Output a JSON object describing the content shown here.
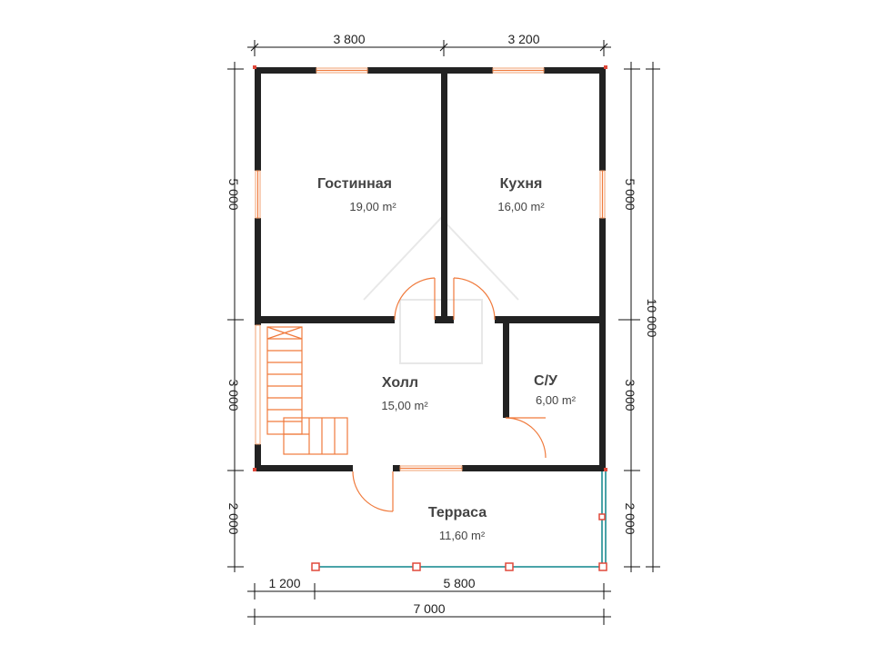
{
  "dimensions": {
    "top_left": "3 800",
    "top_right": "3 200",
    "left_upper": "5 000",
    "left_middle": "3 000",
    "left_lower": "2 000",
    "right_upper": "5 000",
    "right_middle": "3 000",
    "right_lower": "2 000",
    "right_total": "10 000",
    "bottom_left": "1 200",
    "bottom_right": "5 800",
    "bottom_total": "7 000"
  },
  "rooms": [
    {
      "name": "Гостинная",
      "area": "19,00 m²"
    },
    {
      "name": "Кухня",
      "area": "16,00 m²"
    },
    {
      "name": "Холл",
      "area": "15,00 m²"
    },
    {
      "name": "С/У",
      "area": "6,00 m²"
    },
    {
      "name": "Терраса",
      "area": "11,60 m²"
    }
  ],
  "colors": {
    "wall": "#222222",
    "door_window": "#f07a3c",
    "railing": "#4aa3a8",
    "post": "#e0483a"
  }
}
